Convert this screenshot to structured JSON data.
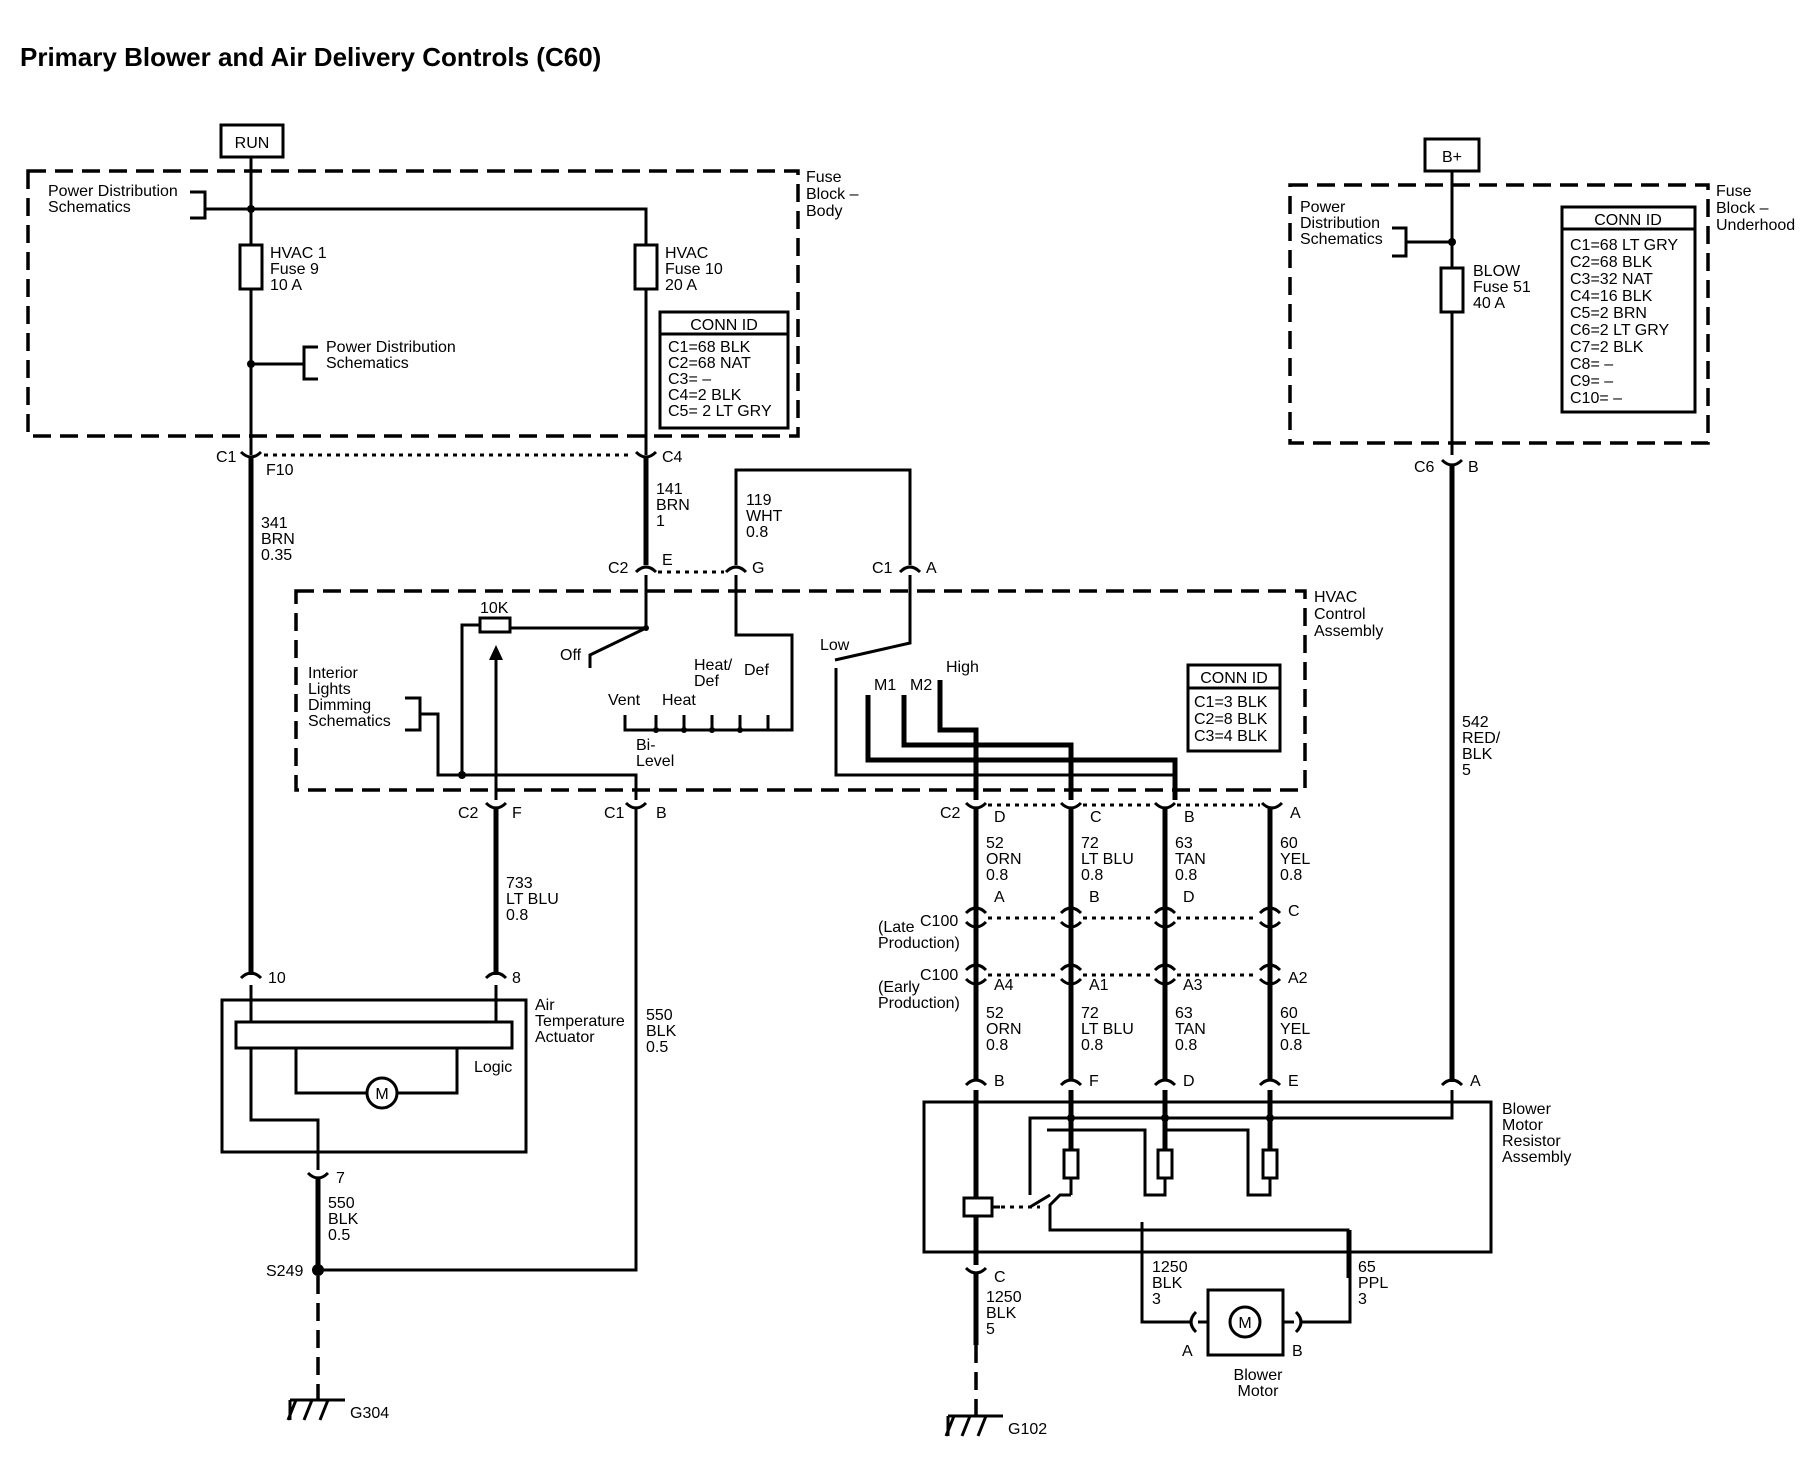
{
  "title": "Primary Blower and Air Delivery Controls (C60)",
  "power": {
    "run": "RUN",
    "bplus": "B+"
  },
  "fuse_block_body": {
    "label1": "Fuse",
    "label2": "Block –",
    "label3": "Body",
    "pds1_a": "Power Distribution",
    "pds1_b": "Schematics",
    "pds2_a": "Power Distribution",
    "pds2_b": "Schematics",
    "fuse9_a": "HVAC 1",
    "fuse9_b": "Fuse 9",
    "fuse9_c": "10 A",
    "fuse10_a": "HVAC",
    "fuse10_b": "Fuse 10",
    "fuse10_c": "20 A",
    "conn_title": "CONN ID",
    "conn": [
      "C1=68 BLK",
      "C2=68 NAT",
      "C3= –",
      "C4=2 BLK",
      "C5= 2 LT GRY"
    ]
  },
  "fuse_block_underhood": {
    "label1": "Fuse",
    "label2": "Block –",
    "label3": "Underhood",
    "pds_a": "Power",
    "pds_b": "Distribution",
    "pds_c": "Schematics",
    "fuse_a": "BLOW",
    "fuse_b": "Fuse 51",
    "fuse_c": "40 A",
    "conn_title": "CONN ID",
    "conn": [
      "C1=68 LT GRY",
      "C2=68 BLK",
      "C3=32 NAT",
      "C4=16 BLK",
      "C5=2 BRN",
      "C6=2 LT GRY",
      "C7=2 BLK",
      "C8= –",
      "C9= –",
      "C10= –"
    ]
  },
  "hvac_control": {
    "label1": "HVAC",
    "label2": "Control",
    "label3": "Assembly",
    "resistor": "10K",
    "ild_a": "Interior",
    "ild_b": "Lights",
    "ild_c": "Dimming",
    "ild_d": "Schematics",
    "off": "Off",
    "vent": "Vent",
    "heat": "Heat",
    "heatdef_a": "Heat/",
    "heatdef_b": "Def",
    "def": "Def",
    "bilevel_a": "Bi-",
    "bilevel_b": "Level",
    "low": "Low",
    "m1": "M1",
    "m2": "M2",
    "high": "High",
    "conn_title": "CONN ID",
    "conn": [
      "C1=3 BLK",
      "C2=8 BLK",
      "C3=4 BLK"
    ]
  },
  "connectors": {
    "c1": "C1",
    "f10": "F10",
    "c4": "C4",
    "c2": "C2",
    "e": "E",
    "g": "G",
    "a": "A",
    "b": "B",
    "f": "F",
    "d": "D",
    "c": "C",
    "c6": "C6",
    "c100": "C100",
    "late_a": "(Late",
    "late_b": "Production)",
    "early_a": "(Early",
    "early_b": "Production)",
    "a4": "A4",
    "a1": "A1",
    "a3": "A3",
    "a2": "A2",
    "p10": "10",
    "p8": "8",
    "p7": "7"
  },
  "wires": {
    "w341": [
      "341",
      "BRN",
      "0.35"
    ],
    "w141": [
      "141",
      "BRN",
      "1"
    ],
    "w119": [
      "119",
      "WHT",
      "0.8"
    ],
    "w542": [
      "542",
      "RED/",
      "BLK",
      "5"
    ],
    "w733": [
      "733",
      "LT BLU",
      "0.8"
    ],
    "w550a": [
      "550",
      "BLK",
      "0.5"
    ],
    "w550b": [
      "550",
      "BLK",
      "0.5"
    ],
    "w52": [
      "52",
      "ORN",
      "0.8"
    ],
    "w72": [
      "72",
      "LT BLU",
      "0.8"
    ],
    "w63": [
      "63",
      "TAN",
      "0.8"
    ],
    "w60": [
      "60",
      "YEL",
      "0.8"
    ],
    "w1250a": [
      "1250",
      "BLK",
      "3"
    ],
    "w65": [
      "65",
      "PPL",
      "3"
    ],
    "w1250b": [
      "1250",
      "BLK",
      "5"
    ]
  },
  "actuator": {
    "a": "Air",
    "b": "Temperature",
    "c": "Actuator",
    "logic": "Logic",
    "m": "M"
  },
  "resistor_assy": {
    "a": "Blower",
    "b": "Motor",
    "c": "Resistor",
    "d": "Assembly"
  },
  "blower_motor": {
    "a": "Blower",
    "b": "Motor",
    "m": "M"
  },
  "grounds": {
    "s249": "S249",
    "g304": "G304",
    "g102": "G102"
  }
}
